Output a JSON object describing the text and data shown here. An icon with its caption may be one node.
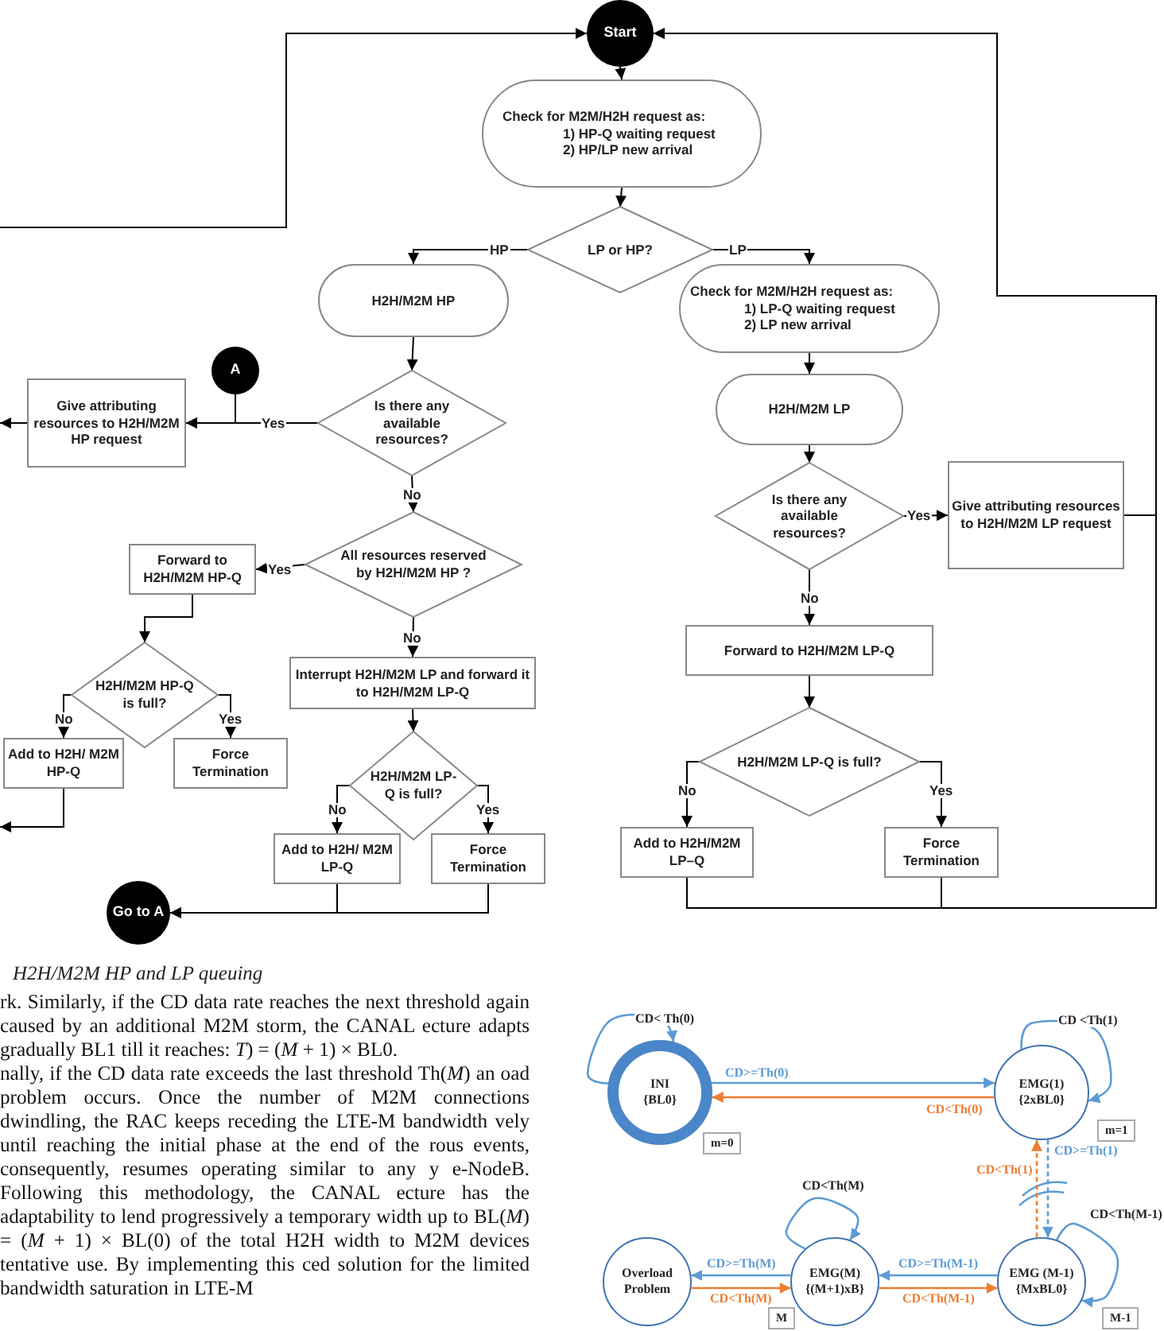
{
  "diagram": {
    "caption": "H2H/M2M HP and LP queuing",
    "nodes": [
      {
        "text": [
          "Start"
        ]
      },
      {
        "text": [
          "Check for M2M/H2H request as:",
          "1) HP-Q waiting request",
          "2) HP/LP new arrival"
        ]
      },
      {
        "text": [
          "LP or HP?"
        ]
      },
      {
        "text": [
          "H2H/M2M HP"
        ]
      },
      {
        "text": [
          "Check for M2M/H2H request as:",
          "1) LP-Q waiting request",
          "2) LP new arrival"
        ]
      },
      {
        "text": [
          "A"
        ]
      },
      {
        "text": [
          "Give attributing resources to H2H/M2M HP request"
        ]
      },
      {
        "text": [
          "Is there any available resources?"
        ]
      },
      {
        "text": [
          "All resources reserved by H2H/M2M HP ?"
        ]
      },
      {
        "text": [
          "Forward to H2H/M2M HP-Q"
        ]
      },
      {
        "text": [
          "H2H/M2M HP-Q is full?"
        ]
      },
      {
        "text": [
          "Add to H2H/ M2M HP-Q"
        ]
      },
      {
        "text": [
          "Force Termination"
        ]
      },
      {
        "text": [
          "Interrupt H2H/M2M LP and forward it to H2H/M2M LP-Q"
        ]
      },
      {
        "text": [
          "H2H/M2M LP-Q is full?"
        ]
      },
      {
        "text": [
          "Add to H2H/ M2M LP-Q"
        ]
      },
      {
        "text": [
          "Force Termination"
        ]
      },
      {
        "text": [
          "Go to A"
        ]
      },
      {
        "text": [
          "H2H/M2M LP"
        ]
      },
      {
        "text": [
          "Is there any available resources?"
        ]
      },
      {
        "text": [
          "Give attributing resources to H2H/M2M LP request"
        ]
      },
      {
        "text": [
          "Forward to H2H/M2M LP-Q"
        ]
      },
      {
        "text": [
          "H2H/M2M LP-Q is full?"
        ]
      },
      {
        "text": [
          "Add to H2H/M2M LP–Q"
        ]
      },
      {
        "text": [
          "Force Termination"
        ]
      },
      {
        "text": [
          "INI",
          "{BL0}"
        ],
        "beside": [
          "m=0"
        ]
      },
      {
        "text": [
          "EMG(1)",
          "{2xBL0}"
        ],
        "beside": [
          "m=1"
        ]
      },
      {
        "text": [
          "EMG (M-1)",
          "{MxBL0}"
        ],
        "beside": [
          "M-1"
        ]
      },
      {
        "text": [
          "EMG(M)",
          "{(M+1)xB}"
        ],
        "beside": [
          "M"
        ]
      },
      {
        "text": [
          "Overload Problem"
        ]
      }
    ],
    "edges": [
      {
        "from": 0,
        "to": 1,
        "arrow": "to"
      },
      {
        "from": 1,
        "to": 2,
        "arrow": "to"
      },
      {
        "from": 2,
        "to": 3,
        "arrow": "to",
        "label": "HP"
      },
      {
        "from": 2,
        "to": 4,
        "arrow": "to",
        "label": "LP"
      },
      {
        "from": 3,
        "to": 7,
        "arrow": "to"
      },
      {
        "from": 5,
        "to": 6,
        "arrow": "to"
      },
      {
        "from": 7,
        "to": 6,
        "arrow": "to",
        "label": "Yes"
      },
      {
        "from": 6,
        "to": null,
        "arrow": "to"
      },
      {
        "from": null,
        "to": 0,
        "arrow": "to"
      },
      {
        "from": 7,
        "to": 8,
        "arrow": "to",
        "label": "No"
      },
      {
        "from": 8,
        "to": 9,
        "arrow": "to",
        "label": "Yes"
      },
      {
        "from": 8,
        "to": 13,
        "arrow": "to",
        "label": "No"
      },
      {
        "from": 9,
        "to": 10,
        "arrow": "to"
      },
      {
        "from": 10,
        "to": 11,
        "arrow": "to",
        "label": "No"
      },
      {
        "from": 10,
        "to": 12,
        "arrow": "to",
        "label": "Yes"
      },
      {
        "from": 11,
        "to": null,
        "arrow": "to"
      },
      {
        "from": 13,
        "to": 14,
        "arrow": "to"
      },
      {
        "from": 14,
        "to": 15,
        "arrow": "to",
        "label": "No"
      },
      {
        "from": 14,
        "to": 16,
        "arrow": "to",
        "label": "Yes"
      },
      {
        "from": 15,
        "to": 17,
        "arrow": "to"
      },
      {
        "from": 16,
        "to": 17,
        "arrow": "to"
      },
      {
        "from": 4,
        "to": 18,
        "arrow": "to"
      },
      {
        "from": 18,
        "to": 19,
        "arrow": "to"
      },
      {
        "from": 19,
        "to": 20,
        "arrow": "to",
        "label": "Yes"
      },
      {
        "from": 19,
        "to": 21,
        "arrow": "to",
        "label": "No"
      },
      {
        "from": 21,
        "to": 22,
        "arrow": "to"
      },
      {
        "from": 22,
        "to": 23,
        "arrow": "to",
        "label": "No"
      },
      {
        "from": 22,
        "to": 24,
        "arrow": "to",
        "label": "Yes"
      },
      {
        "from": 23,
        "to": 0,
        "arrow": "to"
      },
      {
        "from": 24,
        "to": 0,
        "arrow": "to"
      },
      {
        "from": 20,
        "to": 0,
        "arrow": "to"
      },
      {
        "from": 25,
        "to": 25,
        "arrow": "to",
        "label": "CD< Th(0)",
        "color": "#5b9bd5"
      },
      {
        "from": 25,
        "to": 26,
        "arrow": "to",
        "label": "CD>=Th(0)",
        "color": "#5b9bd5"
      },
      {
        "from": 26,
        "to": 25,
        "arrow": "to",
        "label": "CD<Th(0)",
        "color": "#ed7d31"
      },
      {
        "from": 26,
        "to": 26,
        "arrow": "to",
        "label": "CD <Th(1)",
        "color": "#5b9bd5"
      },
      {
        "from": 26,
        "to": 27,
        "arrow": "to",
        "label": "CD>=Th(1)",
        "style": "dashed",
        "color": "#5b9bd5"
      },
      {
        "from": 27,
        "to": 26,
        "arrow": "to",
        "label": "CD<Th(1)",
        "style": "dashed",
        "color": "#ed7d31"
      },
      {
        "from": 27,
        "to": 27,
        "arrow": "to",
        "label": "CD<Th(M-1)",
        "color": "#5b9bd5"
      },
      {
        "from": 27,
        "to": 28,
        "arrow": "to",
        "label": "CD>=Th(M-1)",
        "color": "#5b9bd5"
      },
      {
        "from": 28,
        "to": 27,
        "arrow": "to",
        "label": "CD<Th(M-1)",
        "color": "#ed7d31"
      },
      {
        "from": 28,
        "to": 28,
        "arrow": "to",
        "label": "CD<Th(M)",
        "color": "#5b9bd5"
      },
      {
        "from": 28,
        "to": 29,
        "arrow": "to",
        "label": "CD>=Th(M)",
        "color": "#5b9bd5"
      },
      {
        "from": 29,
        "to": 28,
        "arrow": "to",
        "label": "CD<Th(M)",
        "color": "#ed7d31"
      }
    ],
    "labels": [
      "rk. Similarly, if the CD data rate reaches the next threshold again caused by an additional M2M storm, the CANAL ecture adapts gradually BL1 till it reaches: *T*) = (*M* + 1) × BL0.",
      "nally, if the CD data rate exceeds the last threshold Th(*M*) an oad problem occurs. Once the number of M2M connections dwindling, the RAC keeps receding the LTE-M bandwidth vely until reaching the initial phase at the end of the rous events, consequently, resumes operating similar to any y e-NodeB. Following this methodology, the CANAL ecture has the adaptability to lend progressively a temporary width up to BL(*M*) = (*M* + 1) × BL(0) of the total H2H width to M2M devices tentative use. By implementing this ced solution for the limited bandwidth saturation in LTE-M"
    ]
  }
}
